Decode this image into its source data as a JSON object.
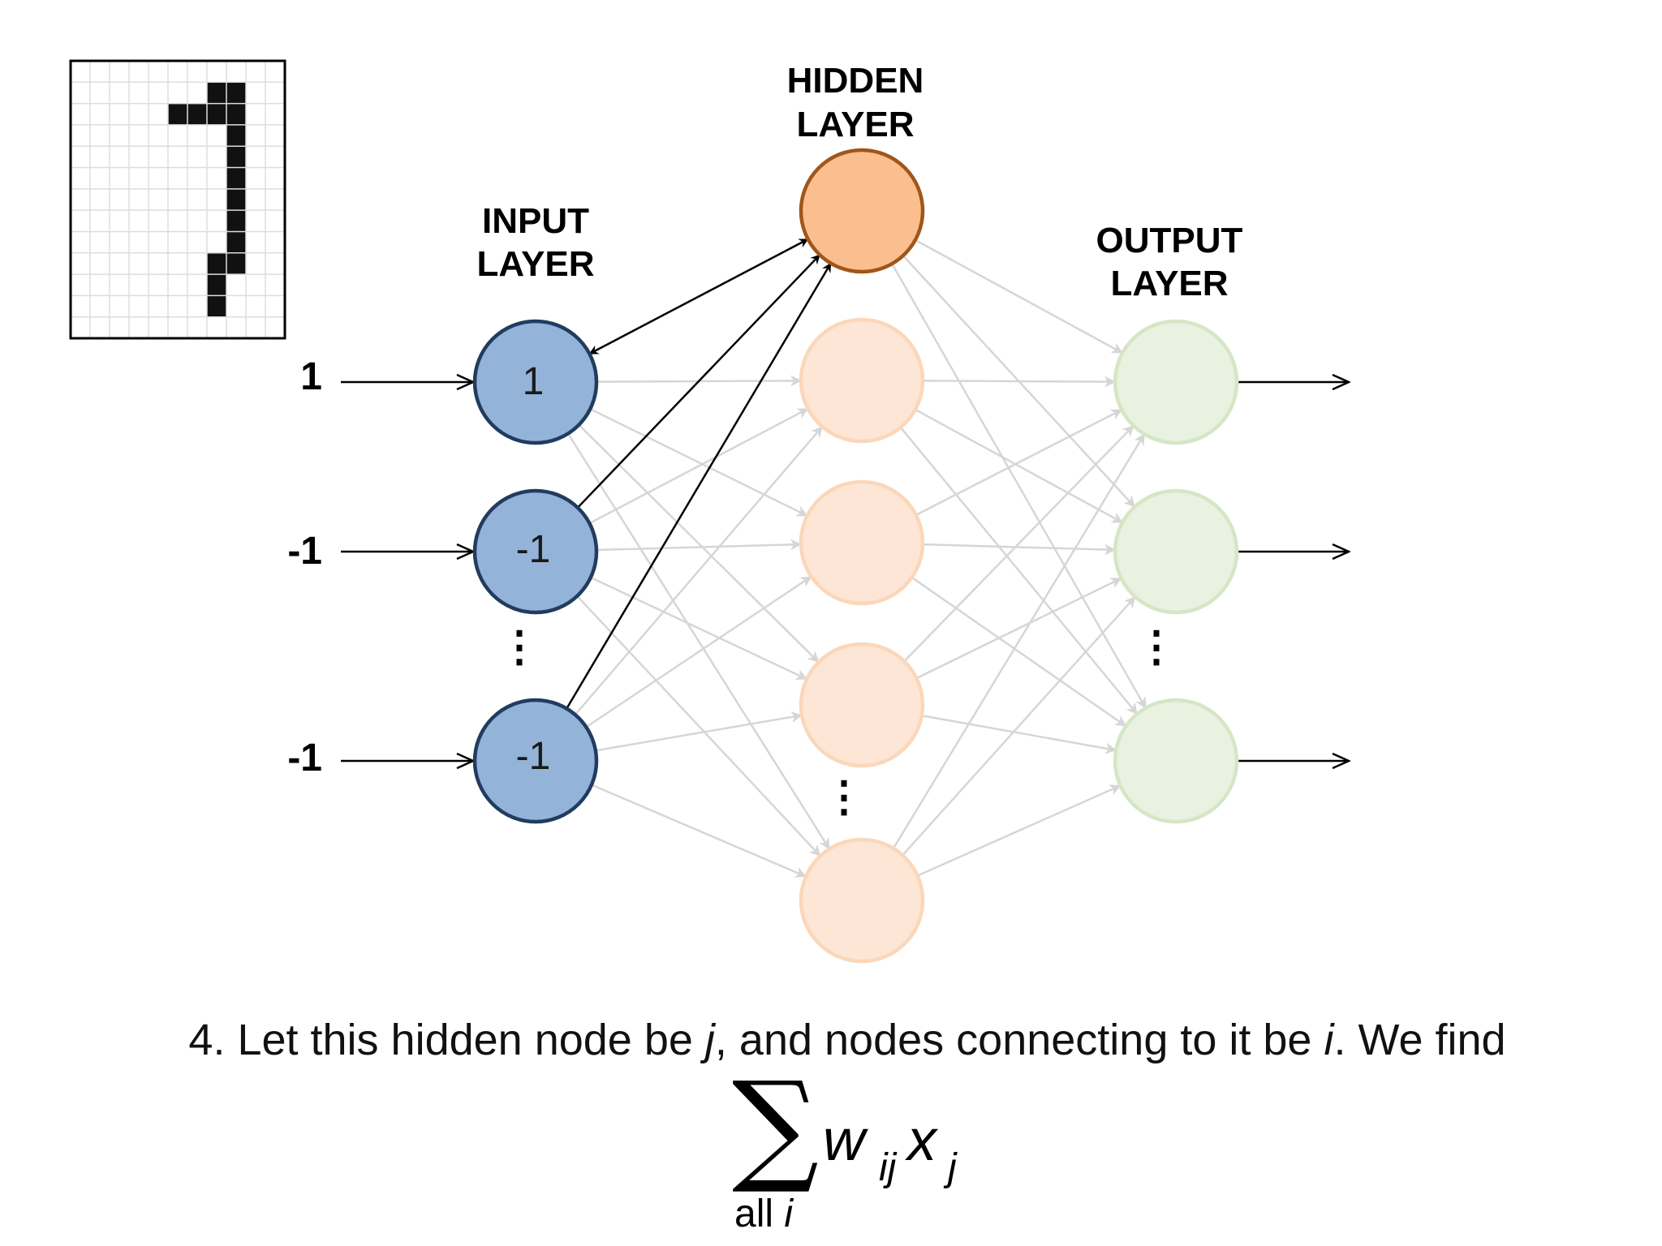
{
  "layers": {
    "input_title": [
      "INPUT",
      "LAYER"
    ],
    "hidden_title": [
      "HIDDEN",
      "LAYER"
    ],
    "output_title": [
      "OUTPUT",
      "LAYER"
    ]
  },
  "inputs": [
    {
      "label": "1",
      "node_value": "1"
    },
    {
      "label": "-1",
      "node_value": "-1"
    },
    {
      "label": "-1",
      "node_value": "-1"
    }
  ],
  "ellipsis": "⋮",
  "pixel_grid": {
    "cols": 11,
    "rows": 13,
    "filled": [
      [
        5,
        2
      ],
      [
        6,
        2
      ],
      [
        7,
        1
      ],
      [
        7,
        2
      ],
      [
        8,
        1
      ],
      [
        8,
        2
      ],
      [
        8,
        3
      ],
      [
        8,
        4
      ],
      [
        8,
        5
      ],
      [
        8,
        6
      ],
      [
        8,
        7
      ],
      [
        8,
        8
      ],
      [
        7,
        9
      ],
      [
        7,
        10
      ],
      [
        7,
        11
      ],
      [
        8,
        9
      ]
    ]
  },
  "caption": {
    "prefix": "4. Let this hidden node be ",
    "var_j": "j",
    "middle": ", and nodes connecting to it be ",
    "var_i": "i",
    "suffix": ". We find"
  },
  "formula": {
    "sum_symbol": "∑",
    "w": "w",
    "w_sub": "ij",
    "x": "x",
    "x_sub": "j",
    "under_text": "all ",
    "under_var": "i"
  },
  "colors": {
    "input_fill": "#94b3d9",
    "input_stroke": "#203c5f",
    "hidden_active_fill": "#fbbf8f",
    "hidden_active_stroke": "#a0561a",
    "hidden_fill": "#fde6d5",
    "hidden_stroke": "#fbd7ba",
    "output_fill": "#e9f2e1",
    "output_stroke": "#d5e6c5",
    "faint_edge": "#d6d6d6",
    "grid_line": "#dddddd",
    "pixel_on": "#111111"
  }
}
